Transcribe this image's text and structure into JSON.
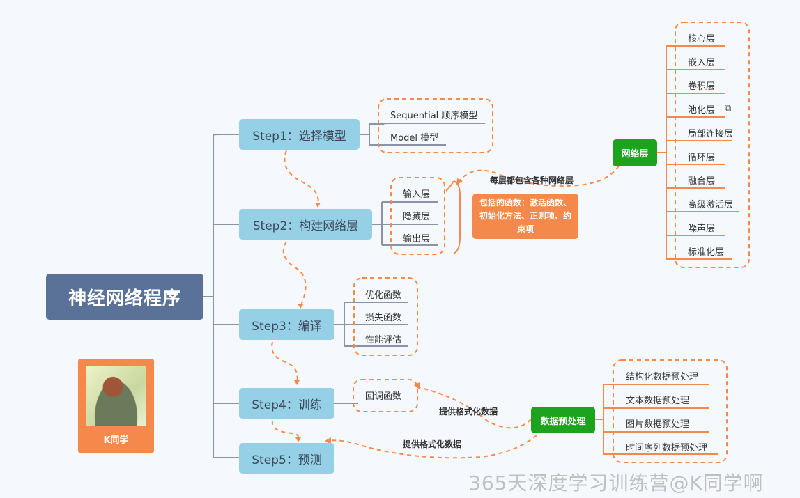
{
  "root": "神经网络程序",
  "steps": [
    "Step1：选择模型",
    "Step2：构建网络层",
    "Step3：编译",
    "Step4：训练",
    "Step5：预测"
  ],
  "step1_items": [
    "Sequential 顺序模型",
    "Model 模型"
  ],
  "step2_items": [
    "输入层",
    "隐藏层",
    "输出层"
  ],
  "step3_items": [
    "优化函数",
    "损失函数",
    "性能评估"
  ],
  "step4_items": [
    "回调函数"
  ],
  "network_layer": {
    "title": "网络层",
    "items": [
      "核心层",
      "嵌入层",
      "卷积层",
      "池化层",
      "局部连接层",
      "循环层",
      "融合层",
      "高级激活层",
      "噪声层",
      "标准化层"
    ],
    "link_icon": "link-icon"
  },
  "every_layer_label": "每层都包含各种网络层",
  "function_note": "包括的函数：激活函数、初始化方法、正则项、约束项",
  "preprocess": {
    "title": "数据预处理",
    "items": [
      "结构化数据预处理",
      "文本数据预处理",
      "图片数据预处理",
      "时间序列数据预处理"
    ],
    "edge_label_1": "提供格式化数据",
    "edge_label_2": "提供格式化数据"
  },
  "avatar_name": "K同学",
  "watermark": "365天深度学习训练营@K同学啊",
  "colors": {
    "root": "#5a7198",
    "step": "#96d0e6",
    "green": "#1ea31e",
    "orange": "#f5894b",
    "line": "#8a94a6"
  }
}
